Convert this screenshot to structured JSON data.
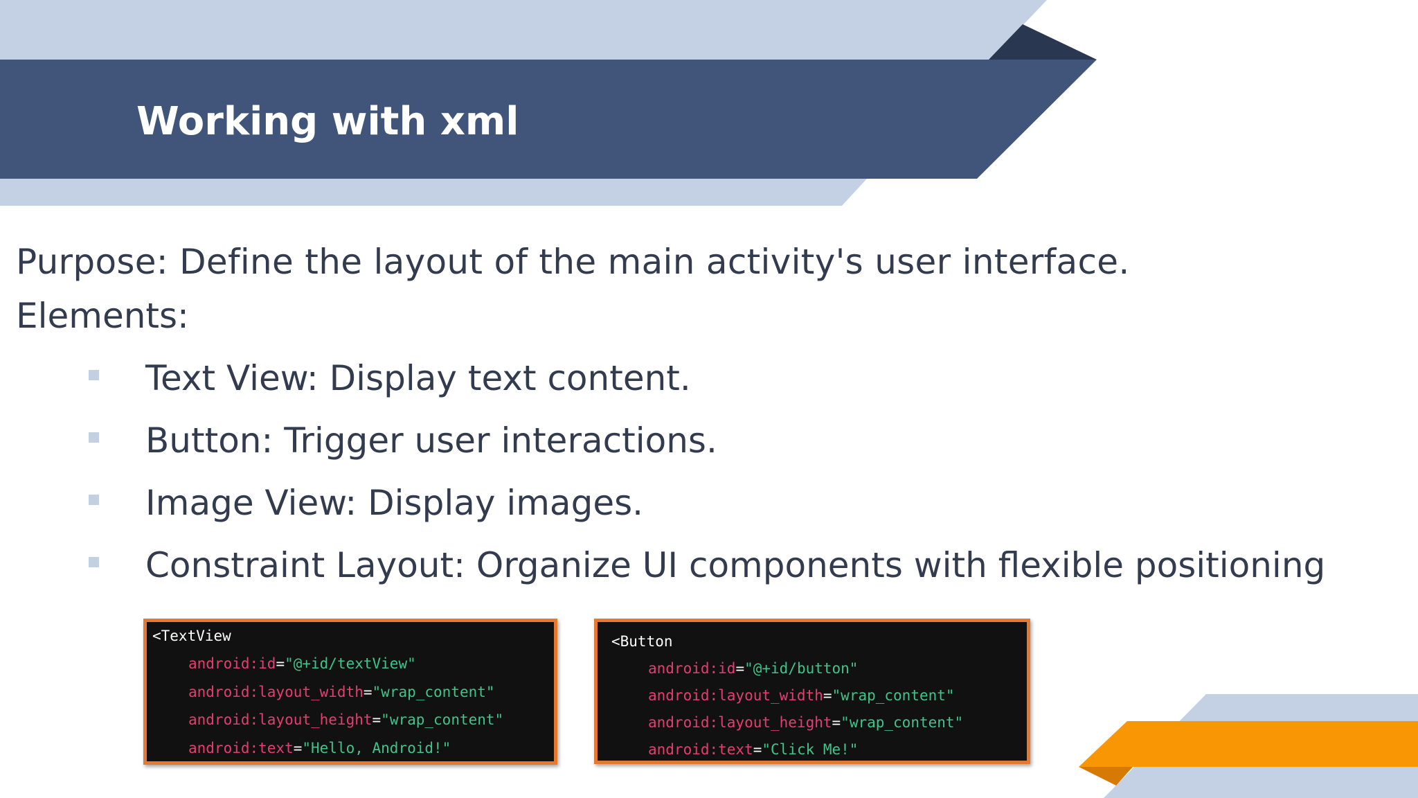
{
  "slide": {
    "title": "Working with xml",
    "purpose": "Purpose: Define the layout of the main activity's user interface.",
    "elements_label": "Elements:",
    "bullets": [
      "Text View: Display text content.",
      "Button: Trigger user interactions.",
      "Image View: Display images.",
      "Constraint Layout: Organize UI components with flexible positioning"
    ]
  },
  "code_samples": {
    "textview": {
      "tag": "<TextView",
      "lines": [
        {
          "attr": "android:id",
          "value": "\"@+id/textView\""
        },
        {
          "attr": "android:layout_width",
          "value": "\"wrap_content\""
        },
        {
          "attr": "android:layout_height",
          "value": "\"wrap_content\""
        },
        {
          "attr": "android:text",
          "value": "\"Hello, Android!\""
        }
      ]
    },
    "button": {
      "tag": "<Button",
      "lines": [
        {
          "attr": "android:id",
          "value": "\"@+id/button\""
        },
        {
          "attr": "android:layout_width",
          "value": "\"wrap_content\""
        },
        {
          "attr": "android:layout_height",
          "value": "\"wrap_content\""
        },
        {
          "attr": "android:text",
          "value": "\"Click Me!\""
        }
      ]
    },
    "equals": "="
  },
  "colors": {
    "title_band": "#41557a",
    "light_band": "#c4d1e5",
    "dark_accent": "#2a3750",
    "orange_band": "#f99604",
    "orange_dark": "#d77a05",
    "code_border": "#e47a32",
    "text": "#333b4e"
  }
}
